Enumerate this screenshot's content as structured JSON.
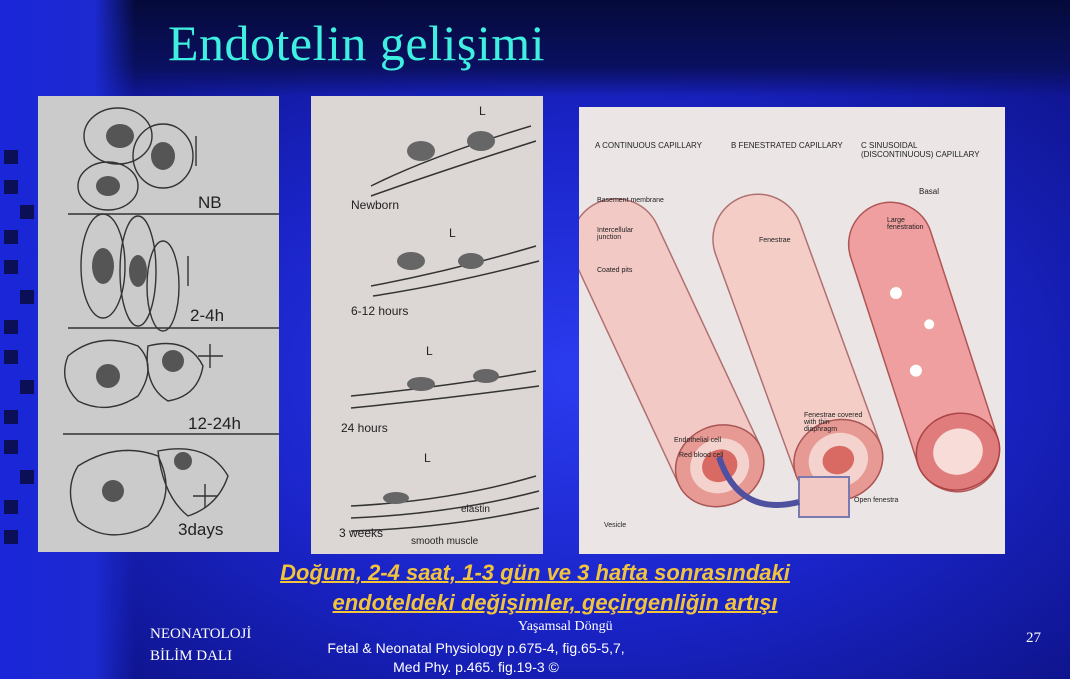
{
  "slide": {
    "title": "Endotelin gelişimi",
    "caption_line1": "Doğum, 2-4 saat, 1-3 gün ve 3 hafta sonrasındaki",
    "caption_line2": "endoteldeki değişimler, geçirgenliğin artışı",
    "footer_org_line1": "NEONATOLOJİ",
    "footer_org_line2": "BİLİM DALI",
    "footer_ref_line1": "Fetal & Neonatal Physiology p.675-4, fig.65-5,7,",
    "footer_ref_line2": "Med Phy. p.465. fig.19-3 ©",
    "footer_overlap": "Yaşamsal Döngü",
    "page_number": "27"
  },
  "panel1": {
    "labels": [
      "NB",
      "2-4h",
      "12-24h",
      "3days"
    ]
  },
  "panel2": {
    "labels": [
      "Newborn",
      "6-12 hours",
      "24 hours",
      "3 weeks",
      "elastin",
      "smooth muscle",
      "L",
      "L",
      "L",
      "L"
    ]
  },
  "panel3": {
    "headers": [
      "A CONTINUOUS CAPILLARY",
      "B FENESTRATED CAPILLARY",
      "C SINUSOIDAL (DISCONTINUOUS) CAPILLARY"
    ],
    "labels": [
      "Basement membrane",
      "Intercellular junction",
      "Coated pits",
      "Endothelial cell",
      "Red blood cell",
      "Vesicle",
      "Fenestrae",
      "Fenestrae covered with thin diaphragm",
      "Open fenestra",
      "Basal",
      "Large fenestration"
    ]
  },
  "colors": {
    "background": "#1a24c8",
    "title": "#3ff0e0",
    "caption": "#f2c43c",
    "footer_text": "#ffffff"
  }
}
